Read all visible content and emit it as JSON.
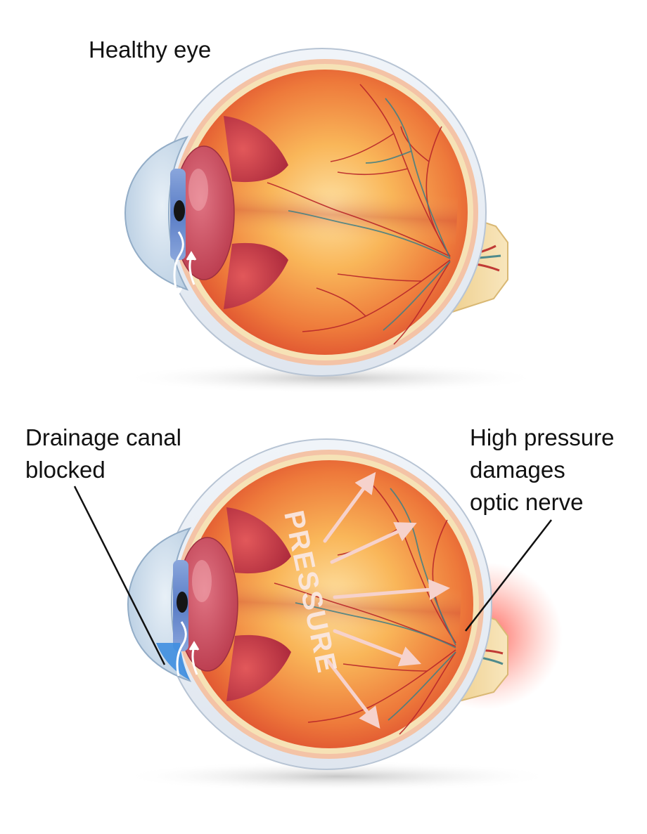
{
  "labels": {
    "healthy_eye": "Healthy eye",
    "drainage_canal": "Drainage canal\nblocked",
    "high_pressure": "High pressure\ndamages\noptic nerve",
    "pressure_word": "PRESSURE"
  },
  "colors": {
    "vitreous_center": "#fbd48a",
    "vitreous_mid": "#f7a444",
    "retina_edge": "#d8362a",
    "sclera": "#e8eef5",
    "cornea": "#c6d9ea",
    "iris": "#6c8fcd",
    "lens": "#c84859",
    "optic_nerve": "#f2d8a0",
    "blocked_canal": "#3e8ee0",
    "pressure_arrow": "#f6d2cc",
    "damage_glow": "#ff3b30"
  }
}
